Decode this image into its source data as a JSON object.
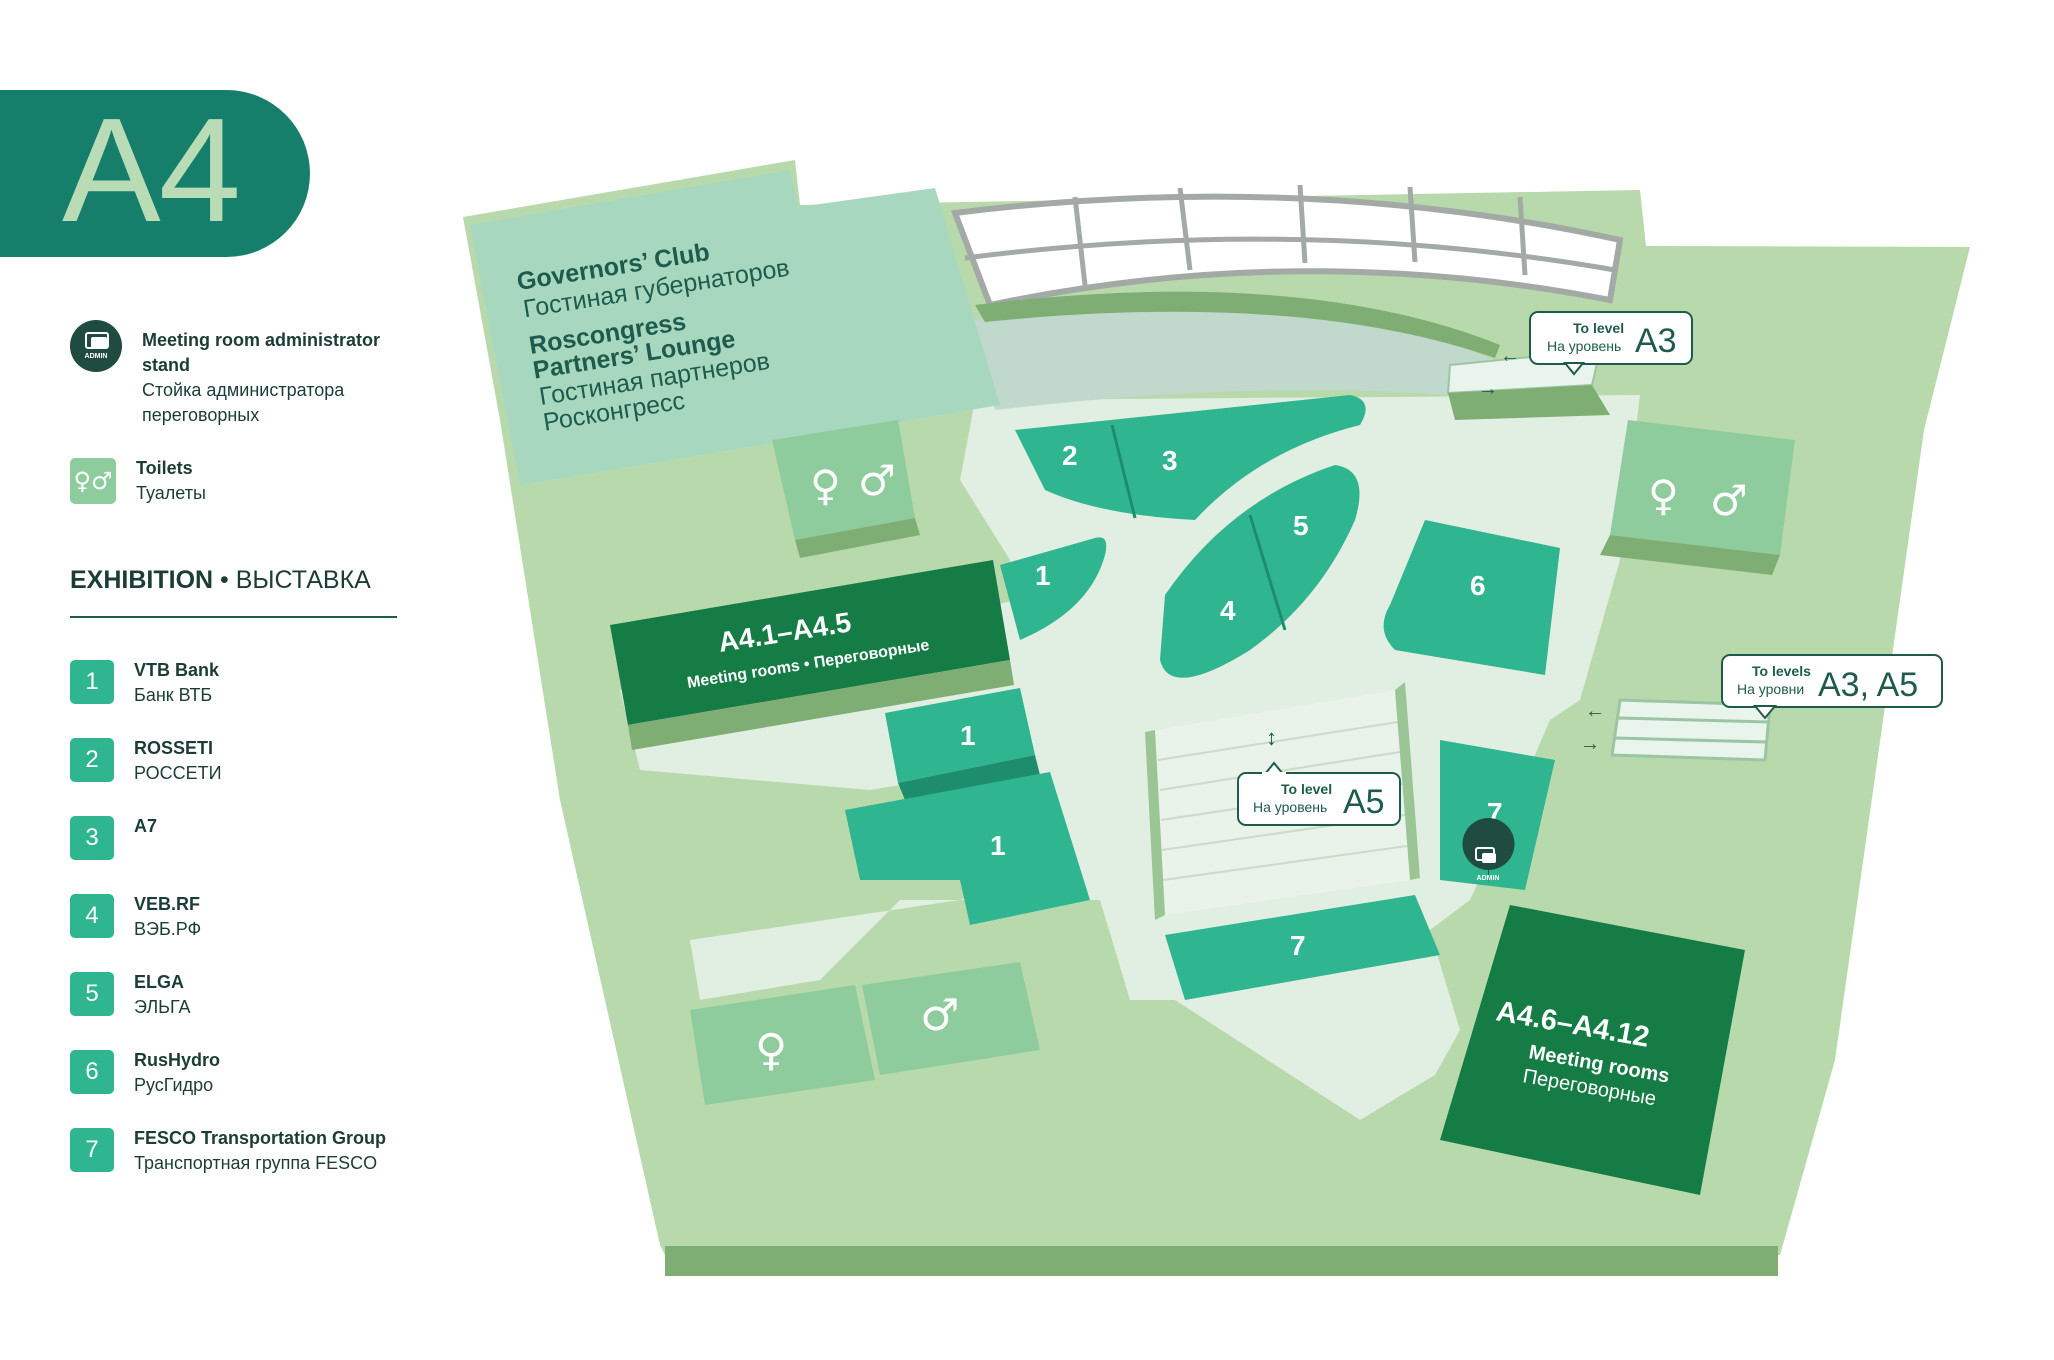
{
  "level": "A4",
  "legend": {
    "admin": {
      "icon": "admin-stand-icon",
      "icon_text": "ADMIN",
      "en": "Meeting room administrator stand",
      "ru": "Стойка администратора переговорных"
    },
    "toilets": {
      "icon": "toilet-icon",
      "en": "Toilets",
      "ru": "Туалеты"
    }
  },
  "exhibition": {
    "title_en": "EXHIBITION",
    "separator": "•",
    "title_ru": "ВЫСТАВКА",
    "items": [
      {
        "num": "1",
        "en": "VTB Bank",
        "ru": "Банк ВТБ"
      },
      {
        "num": "2",
        "en": "ROSSETI",
        "ru": "РОССЕТИ"
      },
      {
        "num": "3",
        "en": "A7",
        "ru": ""
      },
      {
        "num": "4",
        "en": "VEB.RF",
        "ru": "ВЭБ.РФ"
      },
      {
        "num": "5",
        "en": "ELGA",
        "ru": "ЭЛЬГА"
      },
      {
        "num": "6",
        "en": "RusHydro",
        "ru": "РусГидро"
      },
      {
        "num": "7",
        "en": "FESCO Transportation Group",
        "ru": "Транспортная группа FESCO"
      }
    ]
  },
  "map": {
    "governors_en": "Governors’ Club",
    "governors_ru": "Гостиная губернаторов",
    "partners_en_1": "Roscongress",
    "partners_en_2": "Partners’ Lounge",
    "partners_ru_1": "Гостиная партнеров",
    "partners_ru_2": "Росконгресс",
    "meet_left_code": "A4.1–A4.5",
    "meet_left_sub": "Meeting rooms • Переговорные",
    "meet_right_code": "A4.6–A4.12",
    "meet_right_en": "Meeting rooms",
    "meet_right_ru": "Переговорные",
    "signs": {
      "a3": {
        "en": "To level",
        "ru": "На уровень",
        "code": "A3"
      },
      "a35": {
        "en": "To levels",
        "ru": "На уровни",
        "code": "A3, A5"
      },
      "a5": {
        "en": "To level",
        "ru": "На уровень",
        "code": "A5"
      }
    },
    "admin_pin_text": "ADMIN",
    "booths": {
      "b1a": "1",
      "b1b": "1",
      "b1c": "1",
      "b2": "2",
      "b3": "3",
      "b4": "4",
      "b5": "5",
      "b6": "6",
      "b7a": "7",
      "b7b": "7"
    }
  },
  "colors": {
    "brand": "#157f6b",
    "floor": "#b8d9ab",
    "booth": "#2fb58f",
    "meeting": "#167c45",
    "lounge": "#a7d8bf"
  }
}
